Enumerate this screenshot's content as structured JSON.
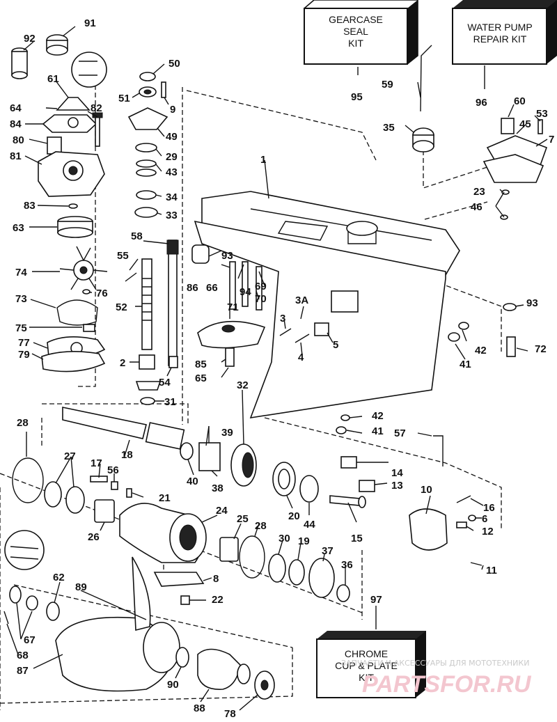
{
  "kits": {
    "gearcase_seal": [
      "GEARCASE",
      "SEAL",
      "KIT"
    ],
    "water_pump": [
      "WATER PUMP",
      "REPAIR KIT"
    ],
    "chrome_cup": [
      "CHROME",
      "CUP & PLATE",
      "KIT"
    ]
  },
  "labels": {
    "l91": "91",
    "l92": "92",
    "l61": "61",
    "l64": "64",
    "l84": "84",
    "l82": "82",
    "l80": "80",
    "l81": "81",
    "l83": "83",
    "l63": "63",
    "l74": "74",
    "l76": "76",
    "l73": "73",
    "l75": "75",
    "l77": "77",
    "l79": "79",
    "l50": "50",
    "l51": "51",
    "l9": "9",
    "l49": "49",
    "l29": "29",
    "l43": "43",
    "l34": "34",
    "l33": "33",
    "l58": "58",
    "l55": "55",
    "l52": "52",
    "l2": "2",
    "l54": "54",
    "l31": "31",
    "l1": "1",
    "l93a": "93",
    "l66": "66",
    "l86": "86",
    "l94": "94",
    "l69": "69",
    "l70": "70",
    "l71": "71",
    "l3A": "3A",
    "l3": "3",
    "l5": "5",
    "l4": "4",
    "l85": "85",
    "l65": "65",
    "l32": "32",
    "l95": "95",
    "l59": "59",
    "l35": "35",
    "l96": "96",
    "l60": "60",
    "l53": "53",
    "l45": "45",
    "l7": "7",
    "l23": "23",
    "l46": "46",
    "l93b": "93",
    "l42a": "42",
    "l41a": "41",
    "l72": "72",
    "l42b": "42",
    "l41b": "41",
    "l57": "57",
    "l28a": "28",
    "l18": "18",
    "l39": "39",
    "l40": "40",
    "l38": "38",
    "l27": "27",
    "l17": "17",
    "l56": "56",
    "l21": "21",
    "l26": "26",
    "l24": "24",
    "l25": "25",
    "l28b": "28",
    "l20": "20",
    "l44": "44",
    "l14": "14",
    "l13": "13",
    "l10": "10",
    "l16": "16",
    "l6": "6",
    "l12": "12",
    "l15": "15",
    "l30": "30",
    "l19": "19",
    "l37": "37",
    "l36": "36",
    "l11": "11",
    "l8": "8",
    "l22": "22",
    "l62": "62",
    "l89": "89",
    "l97": "97",
    "l67": "67",
    "l68": "68",
    "l87": "87",
    "l90": "90",
    "l88": "88",
    "l78": "78"
  },
  "watermark": {
    "caption": "ЗАПЧАСТИ И АКСЕССУАРЫ ДЛЯ МОТОТЕХНИКИ",
    "site": "PARTSFOR.RU"
  }
}
